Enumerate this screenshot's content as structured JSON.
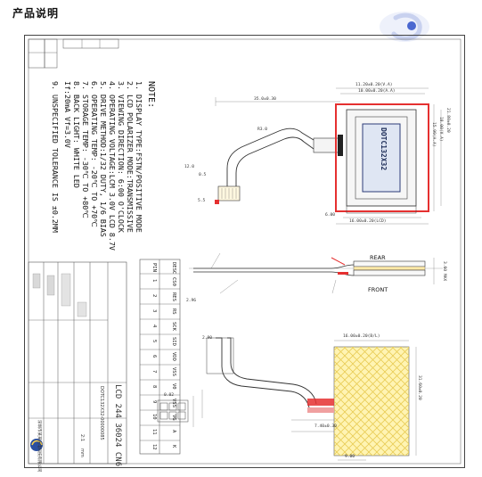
{
  "page": {
    "heading": "产品说明"
  },
  "notes": {
    "title": "NOTE:",
    "items": [
      "1. DISPLAY TYPE:FSTN/POSITIVE MODE",
      "2. LCD POLARIZER MODE:TRANSMISSIVE",
      "3. VIEWING DIRECTION: 6:00 O'CLOCK",
      "4. OPERATING VOLTAGE:LCM 3.0V LCD 8.7V",
      "5. DRIVE METHOD:1/32 DUTY, 1/6 BIAS",
      "6. OPERATING TEMP: -20℃ TO +70℃",
      "7. STORAGE TEMP: -30℃ TO +80℃",
      "8. BACK LIGHT: WHITE LED",
      "   If:20mA Vf=3.0V",
      "9. UNSPECIFIED TOLERANCE IS ±0.2MM"
    ]
  },
  "pin_table": {
    "header": [
      "PIN",
      "1",
      "2",
      "3",
      "4",
      "5",
      "6",
      "7",
      "8",
      "9",
      "10",
      "11",
      "12"
    ],
    "signal": [
      "DESC",
      "CS0",
      "RES",
      "RS",
      "SCK",
      "SID",
      "VDD",
      "VSS",
      "V0",
      "VSS",
      "VG",
      "A",
      "K"
    ]
  },
  "lcd": {
    "model": "DOTC132X32"
  },
  "views": {
    "rear": "REAR",
    "front": "FRONT"
  },
  "title_block": {
    "part_no": "DOTC132X32-00000085",
    "title": "LCD 244 36024 CN6",
    "scale": "2:1",
    "unit": "mm",
    "company": "深圳市某某光电科技有限公司"
  },
  "dimensions": {
    "outline_width": "16.00±0.20(LCD)",
    "viewing_area": "11.20±0.20(V.A)",
    "active_area": "10.00±0.20(A.A)",
    "glass_height": "21.80±0.20",
    "va_height": "18.00(V.A)",
    "aa_height": "15.99(A.A)",
    "left_margin": "6.00",
    "fpc_length": "35.0±0.30",
    "fpc_tail": "12.0",
    "pitch": "0.5",
    "pin_width": "5.5",
    "radius": "R3.0",
    "bl_width": "16.00±0.20(B/L)",
    "bl_height": "31.60±0.20",
    "bl_gap": "2.90",
    "bl_offset": "7.40±0.30",
    "bl_bottom": "9.00",
    "pad": "0.02",
    "total_thk": "3.60 MAX",
    "thk": "2.96"
  },
  "colors": {
    "outline_red": "#e53030",
    "backlight_fill": "#fff4b3",
    "backlight_hatch": "#e8cc55",
    "lcd_blue": "#2c3c78"
  }
}
